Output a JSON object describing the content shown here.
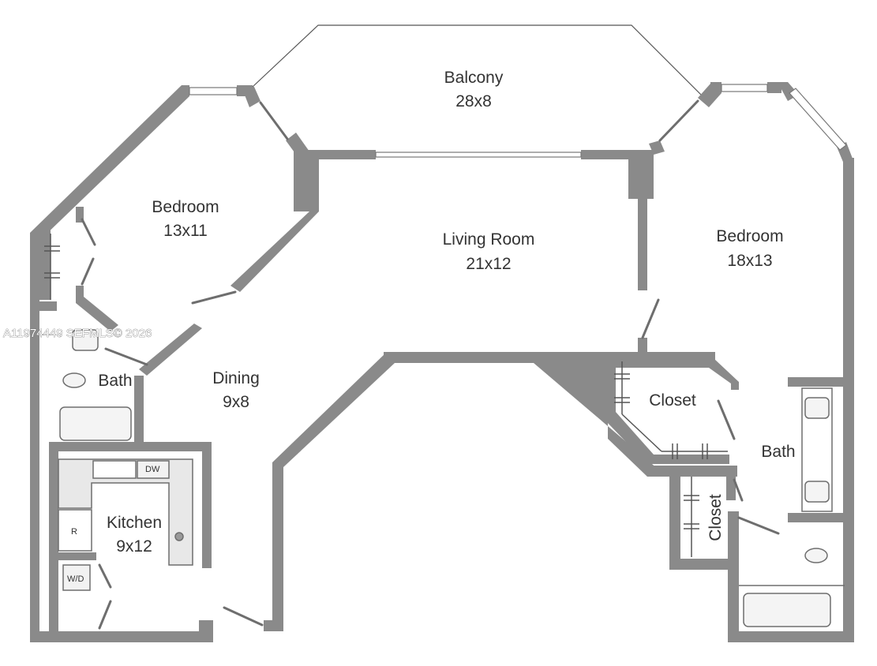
{
  "colors": {
    "wall": "#8a8a8a",
    "fixture_stroke": "#6e6e6e",
    "fixture_fill": "#e8e8e8",
    "text": "#333333"
  },
  "rooms": {
    "balcony": {
      "name": "Balcony",
      "size": "28x8"
    },
    "bedroom_left": {
      "name": "Bedroom",
      "size": "13x11"
    },
    "living_room": {
      "name": "Living Room",
      "size": "21x12"
    },
    "bedroom_right": {
      "name": "Bedroom",
      "size": "18x13"
    },
    "bath_left": {
      "name": "Bath"
    },
    "dining": {
      "name": "Dining",
      "size": "9x8"
    },
    "closet_right": {
      "name": "Closet"
    },
    "bath_right": {
      "name": "Bath"
    },
    "closet_vertical": {
      "name": "Closet"
    },
    "kitchen": {
      "name": "Kitchen",
      "size": "9x12"
    }
  },
  "fixtures": {
    "dishwasher": "DW",
    "refrigerator": "R",
    "washer_dryer": "W/D"
  },
  "watermark": "A11974449 SEFMLS© 2026"
}
